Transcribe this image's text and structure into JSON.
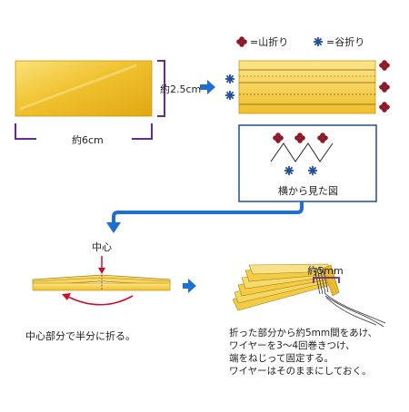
{
  "legend": {
    "mountain_text": "=山折り",
    "valley_text": "=谷折り"
  },
  "paper": {
    "height_label": "約2.5cm",
    "width_label": "約6cm"
  },
  "side_view": {
    "caption": "横から見た図"
  },
  "step_fold": {
    "center_label": "中心",
    "caption": "中心部分で半分に折る。"
  },
  "step_wire": {
    "gap_label": "約5mm",
    "lines": [
      "折った部分から約5mm間をあけ、",
      "ワイヤーを3〜4回巻きつけ、",
      "端をねじって固定する。",
      "ワイヤーはそのままにしておく。"
    ]
  },
  "colors": {
    "mountain": "#8b1a2b",
    "valley": "#1f4e9e",
    "arrow": "#1f6fd1",
    "bracket": "#6a2a8a",
    "gold": "#f1c232"
  }
}
